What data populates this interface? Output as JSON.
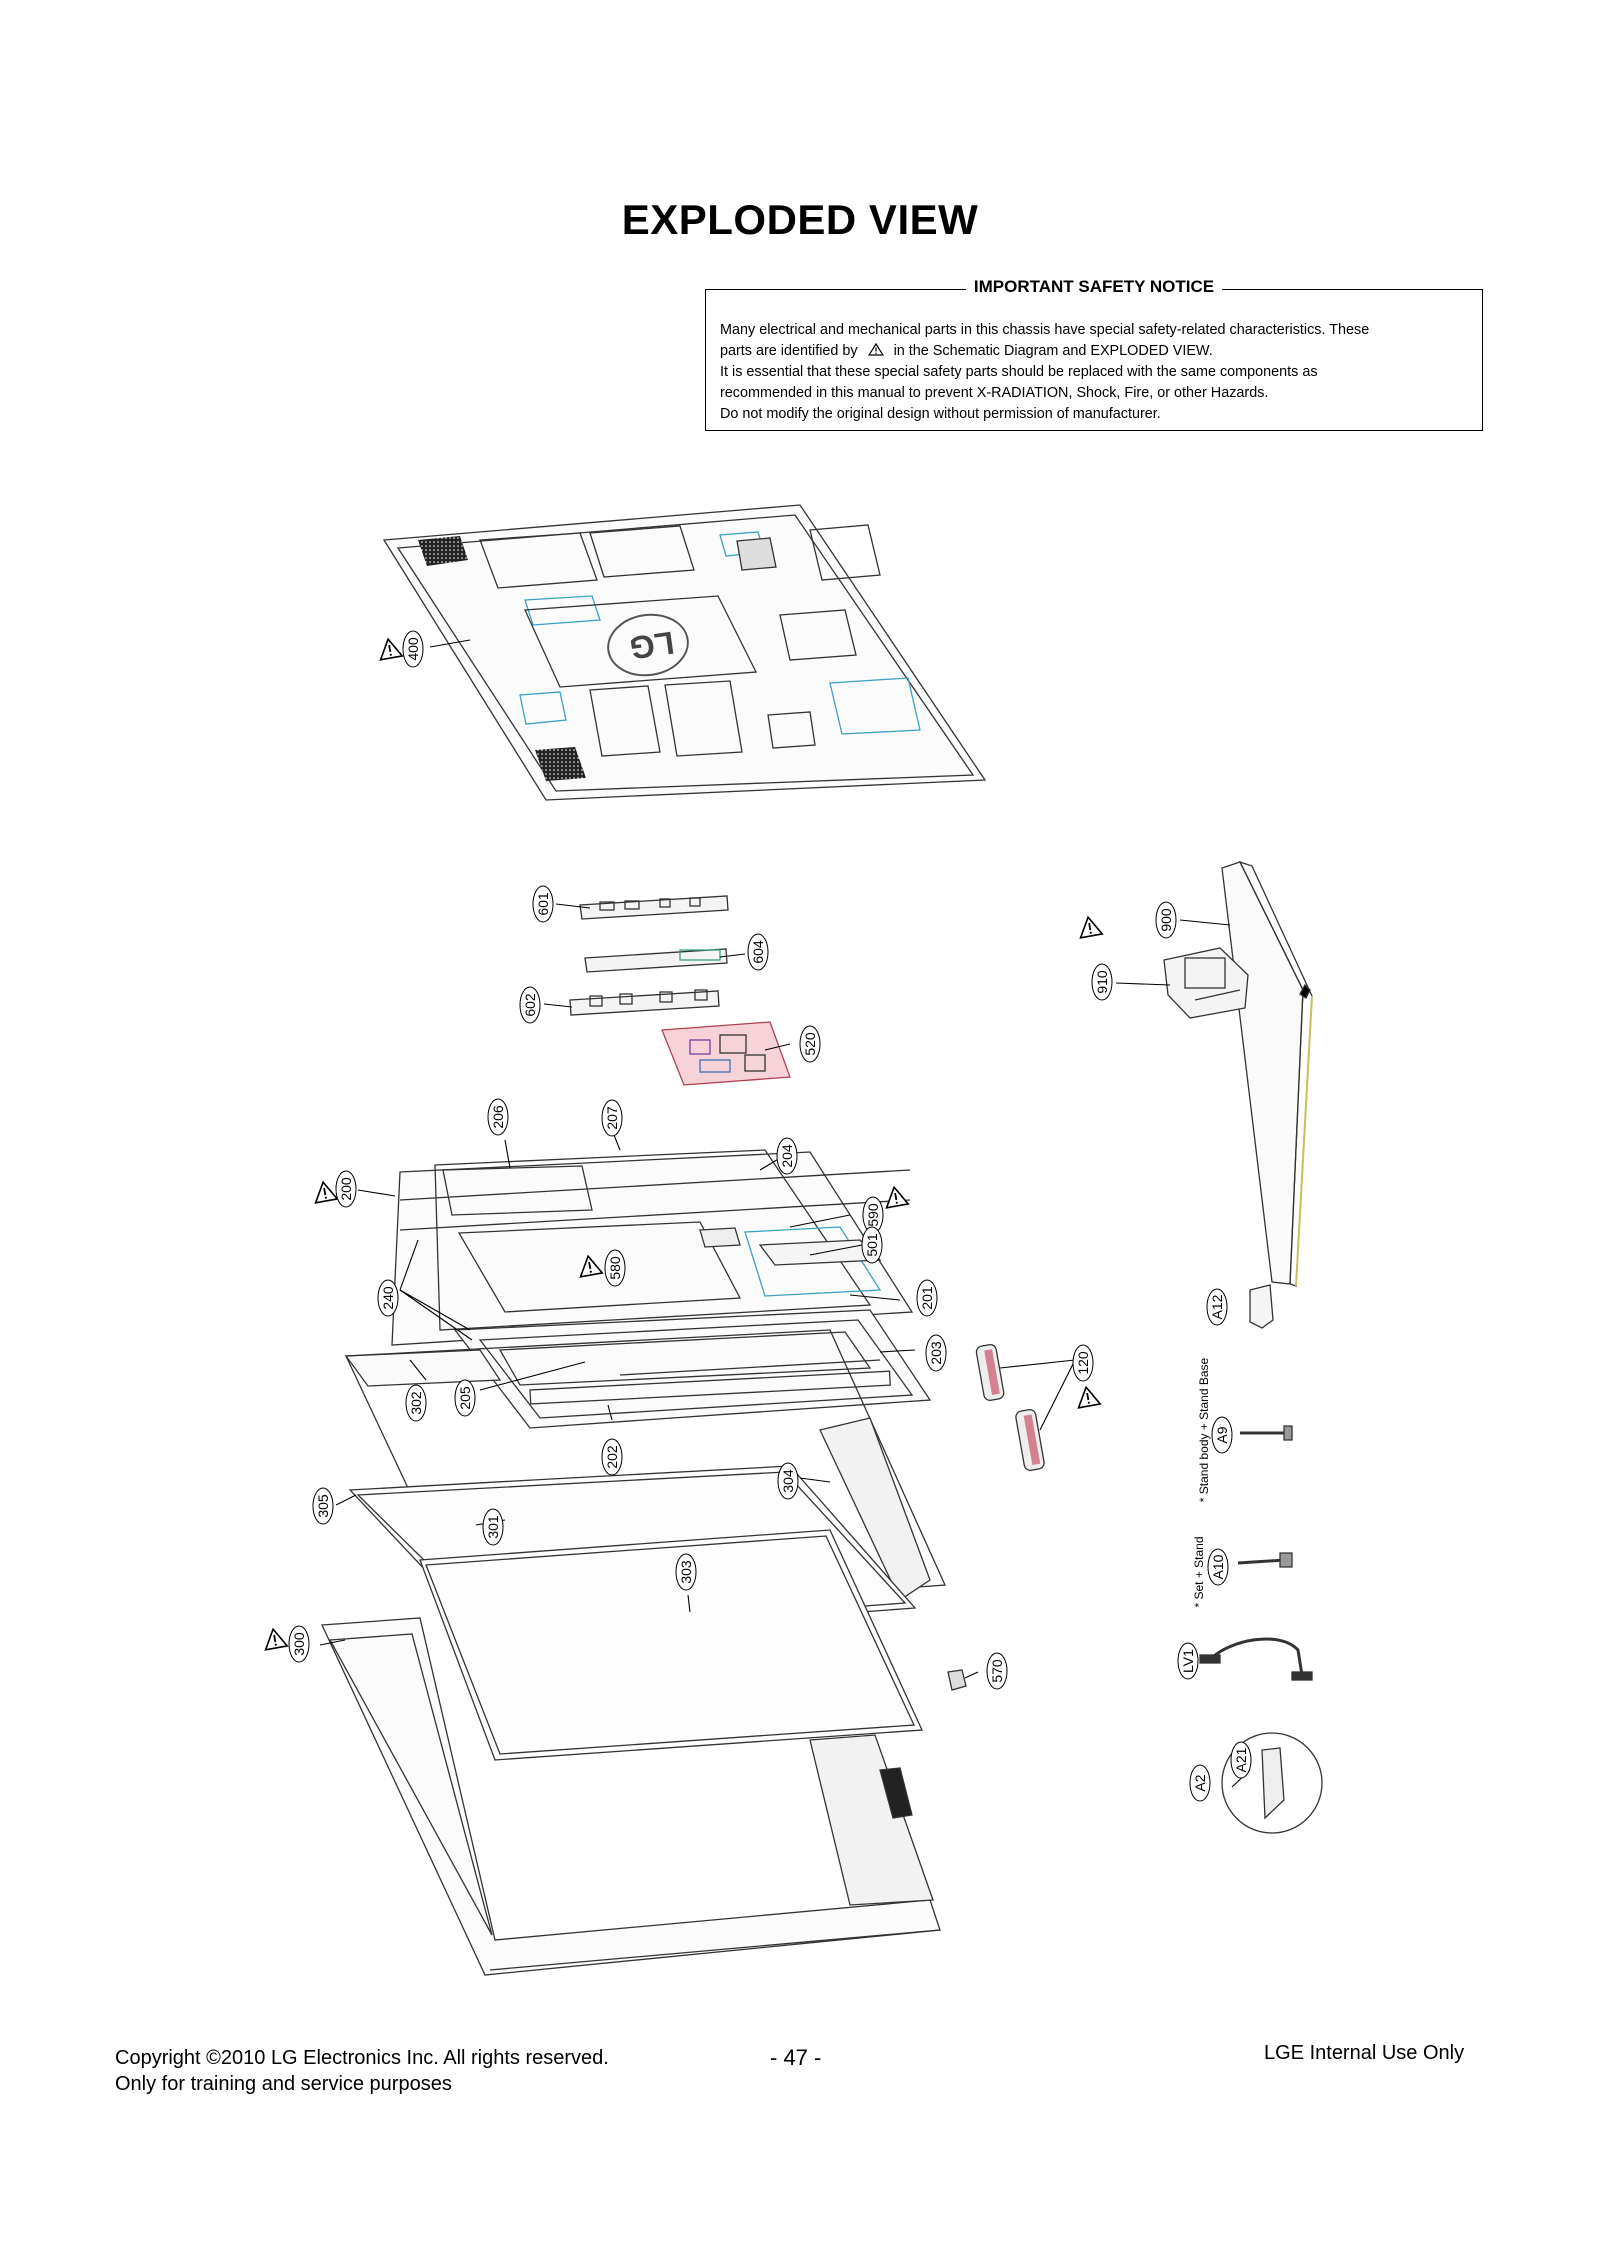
{
  "page_title": "EXPLODED VIEW",
  "safety_notice": {
    "title": "IMPORTANT SAFETY NOTICE",
    "line1_a": "Many electrical and mechanical parts in this chassis have special safety-related characteristics. These",
    "line2_a": "parts are identified by",
    "line2_b": "in the Schematic Diagram and EXPLODED VIEW.",
    "line3": "It is essential that these special safety parts should be replaced with the same components as",
    "line4": "recommended in this manual to prevent X-RADIATION, Shock, Fire, or other Hazards.",
    "line5": "Do not modify the original design without permission of manufacturer.",
    "warning_icon": "warning-triangle-icon"
  },
  "parts": {
    "p400": "400",
    "p601": "601",
    "p604": "604",
    "p602": "602",
    "p520": "520",
    "p900": "900",
    "p910": "910",
    "p206": "206",
    "p207": "207",
    "p204": "204",
    "p200": "200",
    "p590": "590",
    "p501": "501",
    "p580": "580",
    "p201": "201",
    "p240": "240",
    "p203": "203",
    "p120": "120",
    "p302": "302",
    "p205": "205",
    "p202": "202",
    "p304": "304",
    "p305": "305",
    "p301": "301",
    "p303": "303",
    "p300": "300",
    "p570": "570",
    "pA12": "A12",
    "pA9": "A9",
    "pA10": "A10",
    "pLV1": "LV1",
    "pA21": "A21",
    "pA2": "A2"
  },
  "notes": {
    "stand_body": "* Stand body + Stand Base",
    "set_stand": "* Set + Stand"
  },
  "footer": {
    "copyright": "Copyright ©2010 LG Electronics Inc. All rights reserved.",
    "training": "Only for training and service purposes",
    "page_number": "- 47 -",
    "internal": "LGE Internal Use Only"
  },
  "logo_text": "LG"
}
